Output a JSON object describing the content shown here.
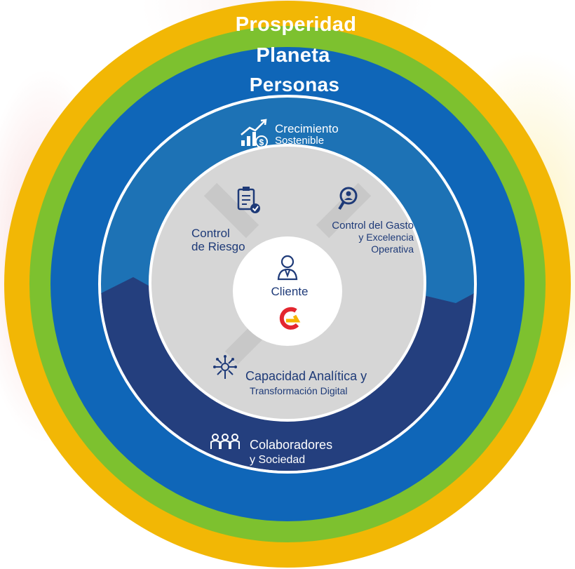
{
  "rings": {
    "outer_label": "Prosperidad",
    "middle_label": "Planeta",
    "inner_label": "Personas"
  },
  "segments": {
    "crecimiento": {
      "line1": "Crecimiento",
      "line2": "Sostenible",
      "icon": "growth-chart-icon"
    },
    "colaboradores": {
      "line1": "Colaboradores",
      "line2": "y Sociedad",
      "icon": "people-group-icon"
    }
  },
  "inner": {
    "control_riesgo": {
      "line1": "Control",
      "line2": "de Riesgo",
      "icon": "clipboard-check-icon"
    },
    "control_gasto": {
      "line1": "Control del Gasto",
      "line2": "y Excelencia",
      "line3": "Operativa",
      "icon": "magnifier-person-icon"
    },
    "capacidad": {
      "line1": "Capacidad Analítica y",
      "line2": "Transformación Digital",
      "icon": "brain-circuit-icon"
    }
  },
  "center": {
    "label": "Cliente",
    "icon": "client-person-icon",
    "logo": "brand-logo-icon"
  },
  "colors": {
    "prosperidad": "#f2b705",
    "planeta": "#7dc12f",
    "personas": "#0f66b8",
    "segment_light": "#1d72b5",
    "segment_dark": "#243f7e",
    "inner_gray": "#d6d6d6",
    "center_white": "#ffffff",
    "logo_red": "#e3262f",
    "logo_yellow": "#f6b400"
  }
}
